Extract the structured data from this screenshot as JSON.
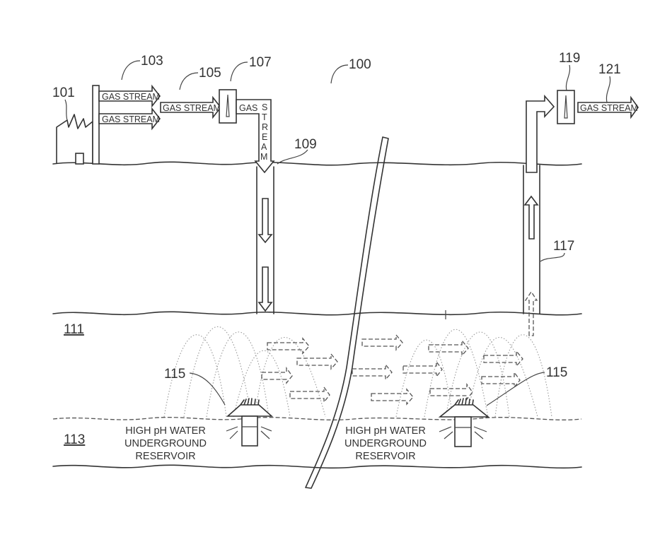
{
  "figure": {
    "reference_numerals": {
      "system": "100",
      "emission_source": "101",
      "gas_streams": "103",
      "combined_stream": "105",
      "compressor_in": "107",
      "injection_well": "109",
      "upper_layer": "111",
      "reservoir_layer": "113",
      "water_source": "115",
      "extraction_well": "117",
      "compressor_out": "119",
      "output_stream": "121"
    },
    "labels": {
      "gas_stream": "GAS STREAM",
      "gas": "GAS",
      "stream_vertical": [
        "S",
        "T",
        "R",
        "E",
        "A",
        "M"
      ],
      "reservoir_line1": "HIGH pH WATER",
      "reservoir_line2": "UNDERGROUND",
      "reservoir_line3": "RESERVOIR"
    }
  }
}
